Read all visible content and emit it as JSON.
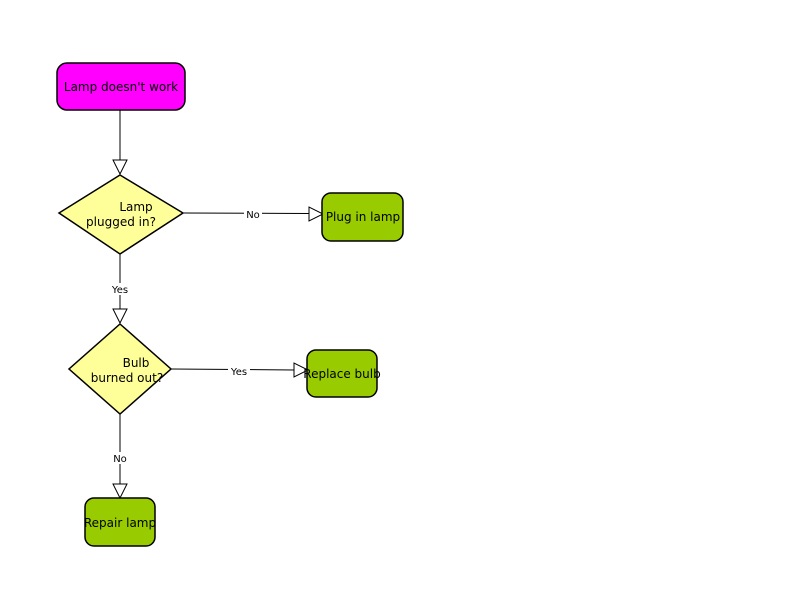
{
  "diagram": {
    "type": "flowchart",
    "colors": {
      "start_fill": "#ff00ff",
      "decision_fill": "#ffff99",
      "action_fill": "#99cc00",
      "stroke": "#000000"
    },
    "nodes": {
      "start": {
        "label": "Lamp doesn't work",
        "shape": "rounded-rect"
      },
      "plugged": {
        "line1": "Lamp",
        "line2": "plugged in?",
        "shape": "diamond"
      },
      "plug": {
        "label": "Plug in lamp",
        "shape": "rounded-rect"
      },
      "bulb": {
        "line1": "Bulb",
        "line2": "burned out?",
        "shape": "diamond"
      },
      "replace": {
        "label": "Replace bulb",
        "shape": "rounded-rect"
      },
      "repair": {
        "label": "Repair lamp",
        "shape": "rounded-rect"
      }
    },
    "edges": {
      "start_to_plugged": {
        "from": "start",
        "to": "plugged",
        "label": ""
      },
      "plugged_to_plug": {
        "from": "plugged",
        "to": "plug",
        "label": "No"
      },
      "plugged_to_bulb": {
        "from": "plugged",
        "to": "bulb",
        "label": "Yes"
      },
      "bulb_to_replace": {
        "from": "bulb",
        "to": "replace",
        "label": "Yes"
      },
      "bulb_to_repair": {
        "from": "bulb",
        "to": "repair",
        "label": "No"
      }
    }
  }
}
